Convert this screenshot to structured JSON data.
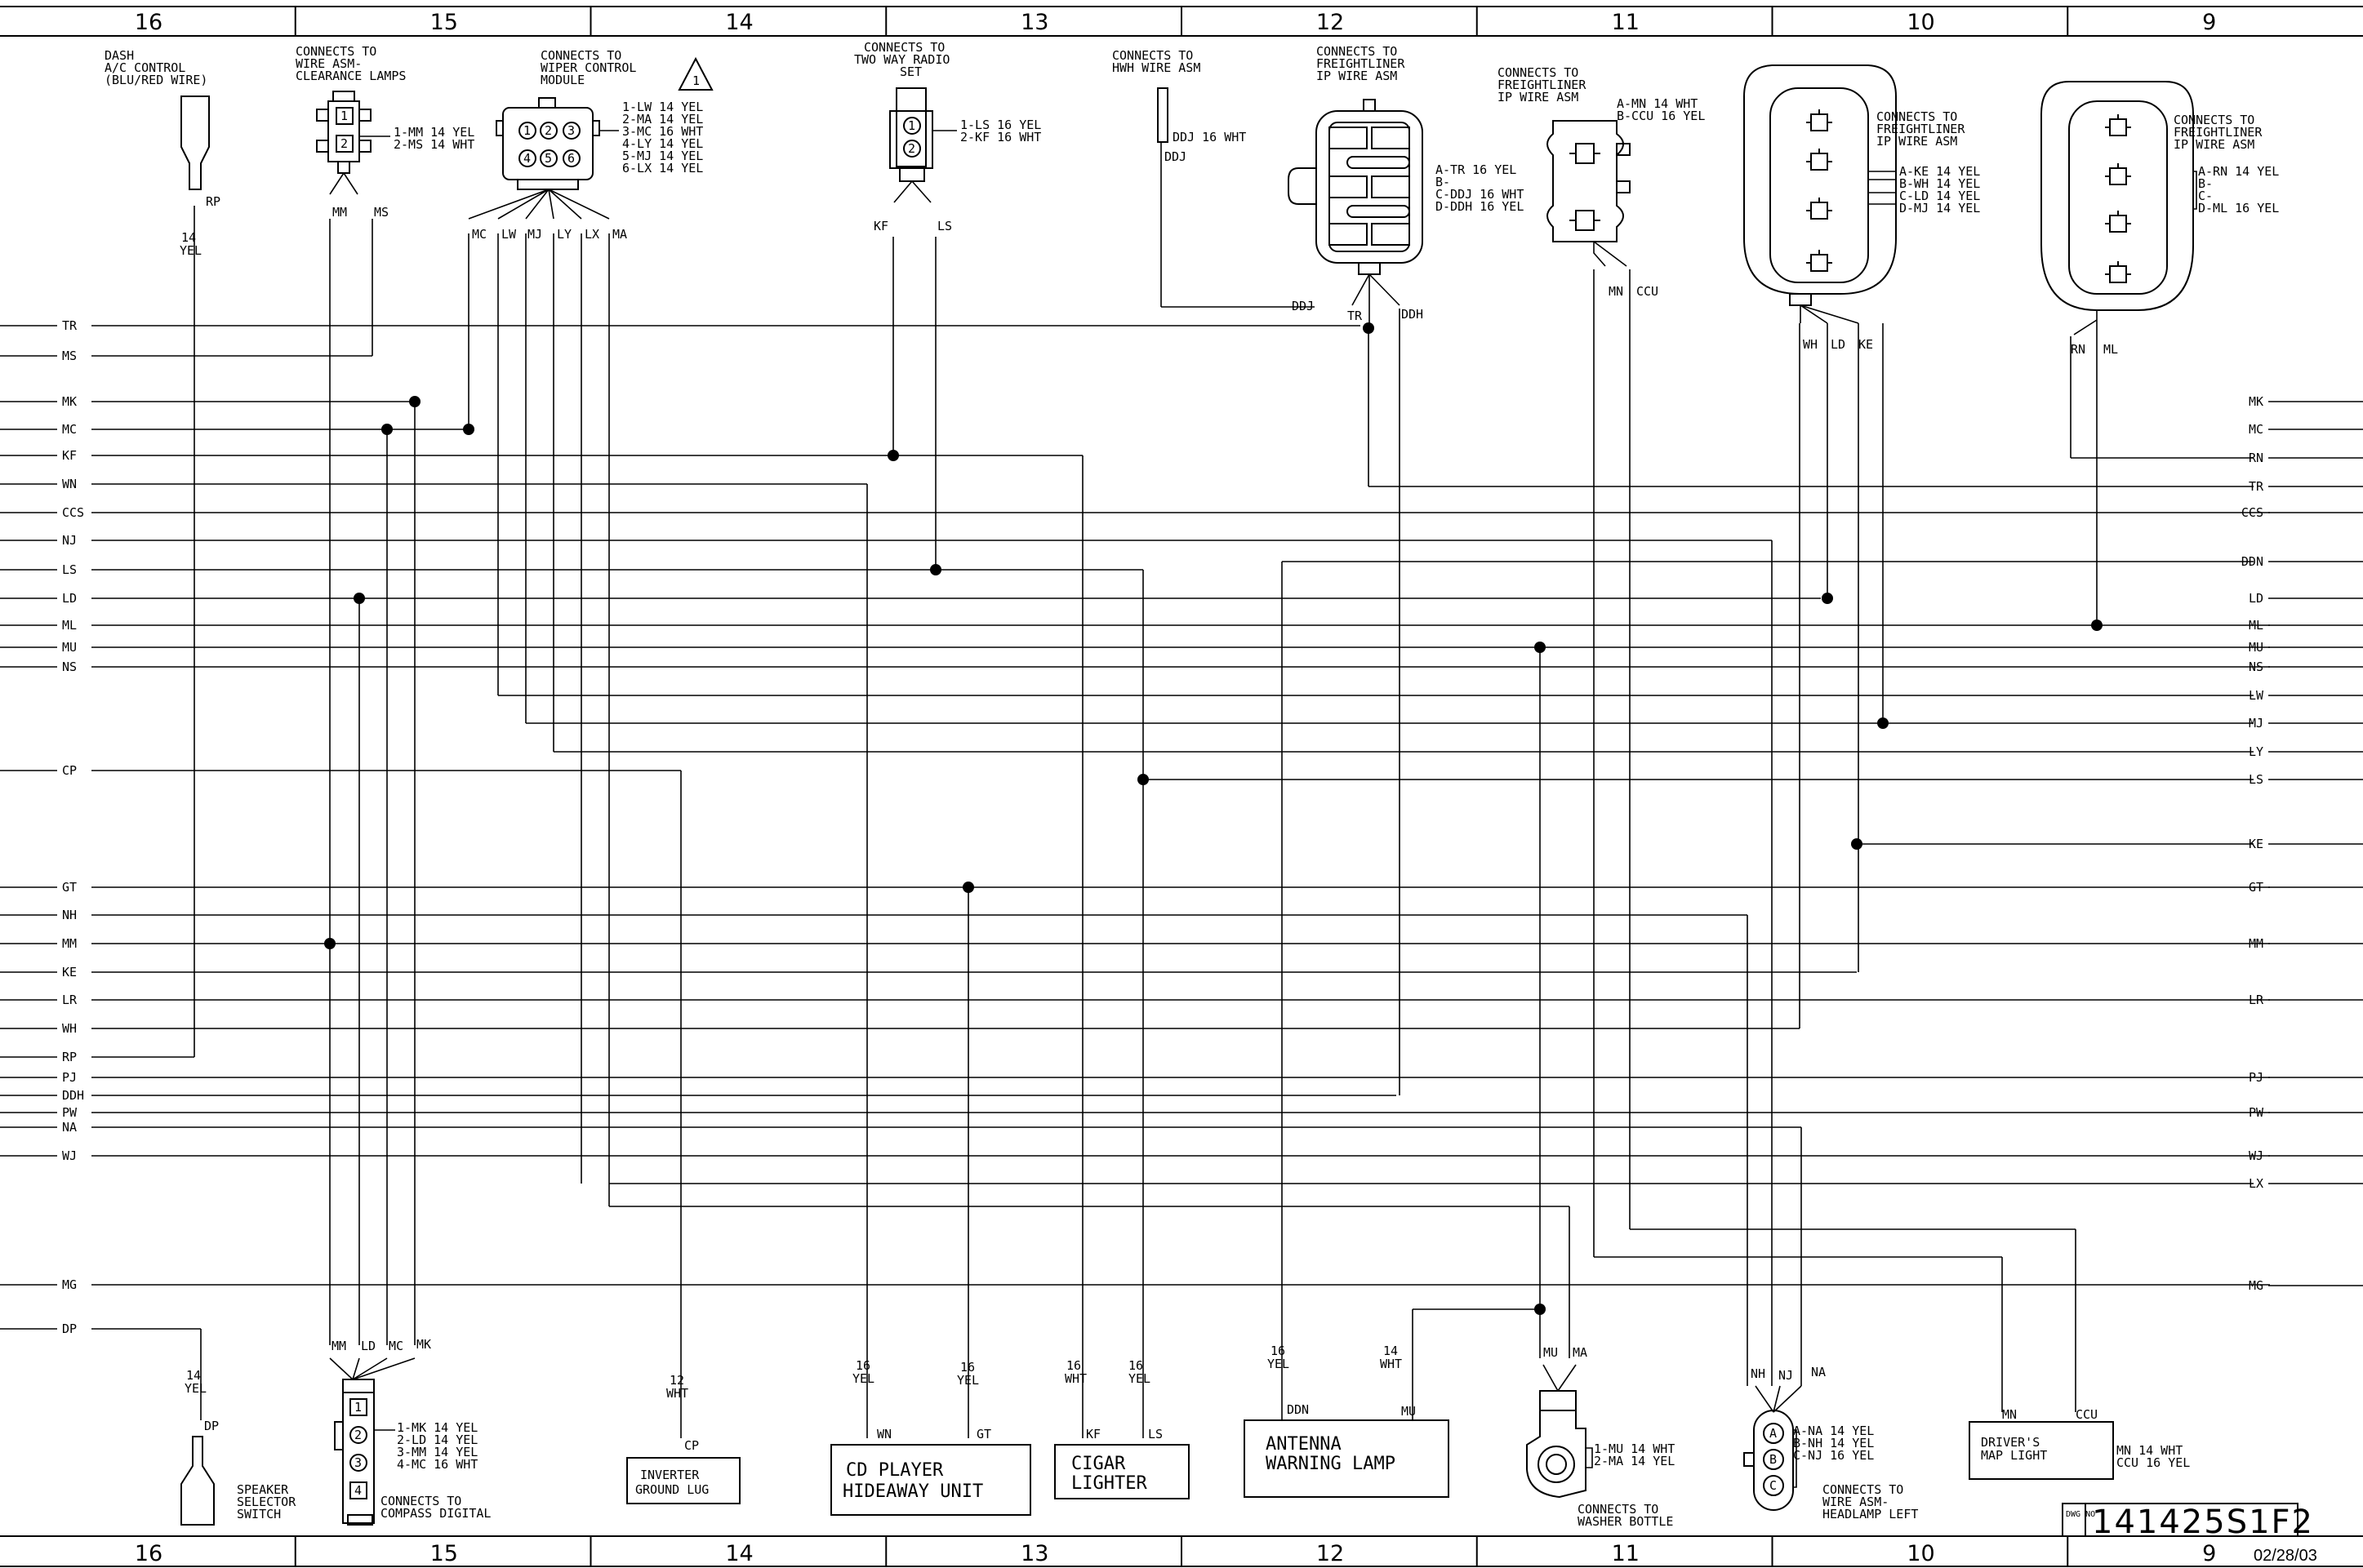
{
  "zones": [
    "16",
    "15",
    "14",
    "13",
    "12",
    "11",
    "10",
    "9"
  ],
  "dwg": {
    "prefix": "DWG NO",
    "number": "141425S1F2",
    "date": "02/28/03"
  },
  "left_wires": [
    "TR",
    "MS",
    "MK",
    "MC",
    "KF",
    "WN",
    "CCS",
    "NJ",
    "LS",
    "LD",
    "ML",
    "MU",
    "NS",
    "CP",
    "GT",
    "NH",
    "MM",
    "KE",
    "LR",
    "WH",
    "RP",
    "PJ",
    "DDH",
    "PW",
    "NA",
    "WJ",
    "MG",
    "DP"
  ],
  "right_wires": [
    "MK",
    "MC",
    "RN",
    "TR",
    "CCS",
    "DDN",
    "LD",
    "ML",
    "MU",
    "NS",
    "LW",
    "MJ",
    "LY",
    "LS",
    "KE",
    "GT",
    "MM",
    "LR",
    "PJ",
    "PW",
    "WJ",
    "LX",
    "MG"
  ],
  "connectors": {
    "dash_ac": {
      "title": [
        "DASH",
        "A/C CONTROL",
        "(BLU/RED WIRE)"
      ],
      "wire": "RP",
      "gauge": [
        "14",
        "YEL"
      ]
    },
    "clearance": {
      "title": [
        "CONNECTS TO",
        "WIRE ASM-",
        "CLEARANCE LAMPS"
      ],
      "pins": [
        "1",
        "2"
      ],
      "pinout": [
        "1-MM 14 YEL",
        "2-MS 14 WHT"
      ],
      "wires": [
        "MM",
        "MS"
      ]
    },
    "wiper": {
      "title": [
        "CONNECTS TO",
        "WIPER CONTROL",
        "MODULE"
      ],
      "warning": "1",
      "pins": [
        "1",
        "2",
        "3",
        "4",
        "5",
        "6"
      ],
      "pinout": [
        "1-LW 14 YEL",
        "2-MA 14 YEL",
        "3-MC 16 WHT",
        "4-LY 14 YEL",
        "5-MJ 14 YEL",
        "6-LX 14 YEL"
      ],
      "wires": [
        "MC",
        "LW",
        "MJ",
        "LY",
        "LX",
        "MA"
      ]
    },
    "radio": {
      "title": [
        "CONNECTS TO",
        "TWO WAY RADIO",
        "SET"
      ],
      "pins": [
        "1",
        "2"
      ],
      "pinout": [
        "1-LS 16 YEL",
        "2-KF 16 WHT"
      ],
      "wires": [
        "KF",
        "LS"
      ]
    },
    "hwh": {
      "title": [
        "CONNECTS TO",
        "HWH WIRE ASM"
      ],
      "pinout": "DDJ 16 WHT",
      "wire": "DDJ"
    },
    "fl_ip1": {
      "title": [
        "CONNECTS TO",
        "FREIGHTLINER",
        "IP WIRE ASM"
      ],
      "pinout": [
        "A-TR 16 YEL",
        "B-",
        "C-DDJ 16 WHT",
        "D-DDH 16 YEL"
      ],
      "wires": [
        "TR",
        "DDH",
        "DDJ"
      ]
    },
    "fl_ip2": {
      "title": [
        "CONNECTS TO",
        "FREIGHTLINER",
        "IP WIRE ASM"
      ],
      "pinout": [
        "A-MN 14 WHT",
        "B-CCU 16 YEL"
      ],
      "wires": [
        "MN",
        "CCU"
      ]
    },
    "fl_ip3": {
      "title": [
        "CONNECTS TO",
        "FREIGHTLINER",
        "IP WIRE ASM"
      ],
      "pinout": [
        "A-KE 14 YEL",
        "B-WH 14 YEL",
        "C-LD 14 YEL",
        "D-MJ 14 YEL"
      ],
      "wires": [
        "WH",
        "LD",
        "KE"
      ]
    },
    "fl_ip4": {
      "title": [
        "CONNECTS TO",
        "FREIGHTLINER",
        "IP WIRE ASM"
      ],
      "pinout": [
        "A-RN 14 YEL",
        "B-",
        "C-",
        "D-ML 16 YEL"
      ],
      "wires": [
        "RN",
        "ML"
      ]
    },
    "speaker": {
      "title": [
        "SPEAKER",
        "SELECTOR",
        "SWITCH"
      ],
      "wire": "DP",
      "gauge": [
        "14",
        "YEL"
      ]
    },
    "compass": {
      "title": [
        "CONNECTS TO",
        "COMPASS DIGITAL"
      ],
      "pins": [
        "1",
        "2",
        "3",
        "4"
      ],
      "pinout": [
        "1-MK 14 YEL",
        "2-LD 14 YEL",
        "3-MM 14 YEL",
        "4-MC 16 WHT"
      ],
      "wires": [
        "MM",
        "LD",
        "MC",
        "MK"
      ]
    },
    "inverter": {
      "title": [
        "INVERTER",
        "GROUND LUG"
      ],
      "wire": "CP",
      "gauge": [
        "12",
        "WHT"
      ]
    },
    "cd_player": {
      "title": [
        "CD PLAYER",
        "HIDEAWAY UNIT"
      ],
      "wires": [
        "WN",
        "GT"
      ],
      "gauge_wn": [
        "16",
        "YEL"
      ],
      "gauge_gt": [
        "16",
        "YEL"
      ]
    },
    "cigar": {
      "title": [
        "CIGAR",
        "LIGHTER"
      ],
      "wires": [
        "KF",
        "LS"
      ],
      "gauge_kf": [
        "16",
        "WHT"
      ],
      "gauge_ls": [
        "16",
        "YEL"
      ]
    },
    "antenna": {
      "title": [
        "ANTENNA",
        "WARNING LAMP"
      ],
      "wires": [
        "DDN",
        "MU"
      ],
      "gauge_ddn": [
        "16",
        "YEL"
      ],
      "gauge_mu": [
        "14",
        "WHT"
      ]
    },
    "washer": {
      "title": [
        "CONNECTS TO",
        "WASHER BOTTLE"
      ],
      "pinout": [
        "1-MU 14 WHT",
        "2-MA 14 YEL"
      ],
      "wires": [
        "MU",
        "MA"
      ]
    },
    "headlamp": {
      "title": [
        "CONNECTS TO",
        "WIRE ASM-",
        "HEADLAMP LEFT"
      ],
      "pins": [
        "A",
        "B",
        "C"
      ],
      "pinout": [
        "A-NA 14 YEL",
        "B-NH 14 YEL",
        "C-NJ 16 YEL"
      ],
      "wires": [
        "NH",
        "NJ",
        "NA"
      ]
    },
    "map_light": {
      "title": [
        "DRIVER'S",
        "MAP LIGHT"
      ],
      "pinout": [
        "MN 14 WHT",
        "CCU 16 YEL"
      ],
      "wires": [
        "MN",
        "CCU"
      ]
    }
  }
}
